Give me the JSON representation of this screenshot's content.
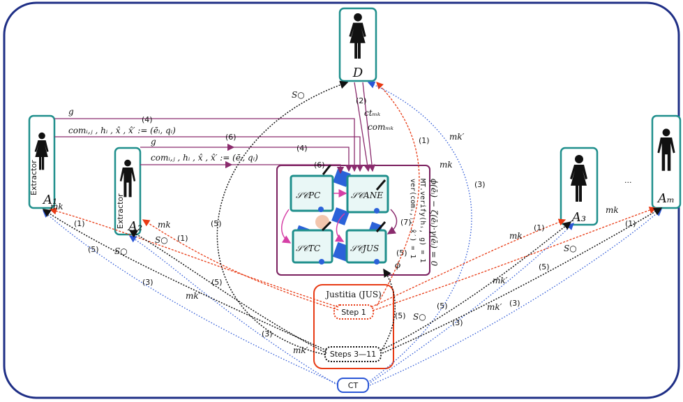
{
  "parties": {
    "D": "D",
    "A1": "A₁",
    "A2": "A₂",
    "A3": "A₃",
    "Am": "Aₘ",
    "extractor": "Extractor",
    "ellipsis": "..."
  },
  "boxes": {
    "justitia_title": "Justitia (JUS)",
    "step1": "Step 1",
    "steps3_11": "Steps 3—11",
    "ct": "CT"
  },
  "contracts": {
    "sc_pc": "𝒮𝒞PC",
    "sc_ane": "𝒮𝒞ANE",
    "sc_tc": "𝒮𝒞TC",
    "sc_jus": "𝒮𝒞JUS",
    "cond1": "ϕ(ēᵢ) − ζ(ēᵢ)·γ(ēᵢ) = 0",
    "cond2": "MT.verify(hᵢ, g) = 1",
    "cond3": "ver(comᵢ,ⱼ, x̂′) = 1",
    "phi": "ϕ",
    "step7": "(7)",
    "step5": "(5)"
  },
  "messages": {
    "g": "g",
    "step4": "(4)",
    "step6": "(6)",
    "com_tuple": "comᵢ,ⱼ , hᵢ , x̂ , x̂′ := (ēᵢ, qᵢ)",
    "step2": "(2)",
    "ct_mk": "ctₘₖ",
    "com_mk": "comₘₖ",
    "mk": "mk",
    "mk_prime": "mk′",
    "s_o": "S○",
    "step1": "(1)",
    "step3": "(3)",
    "step5": "(5)"
  },
  "colors": {
    "frame": "#1f2f86",
    "teal": "#1f8f8c",
    "purple": "#8a2b6d",
    "red": "#e83a14",
    "blue": "#2a56d6",
    "black": "#111111"
  }
}
